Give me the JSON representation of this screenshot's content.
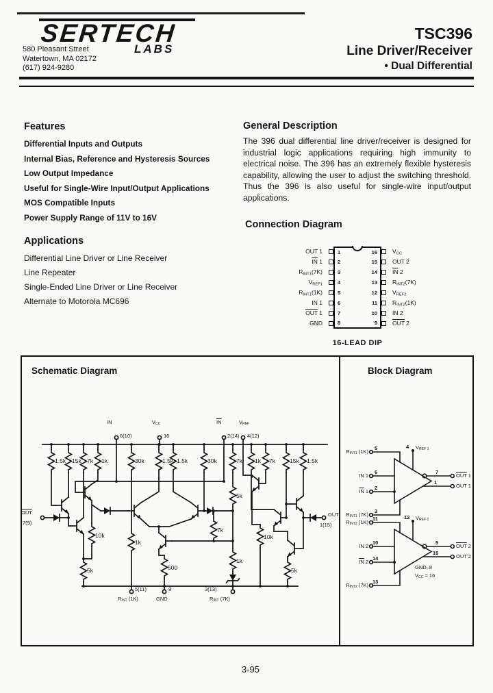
{
  "header": {
    "logo_main": "SERTECH",
    "logo_sub": "LABS",
    "address_lines": [
      "580 Pleasant Street",
      "Watertown, MA  02172",
      "(617) 924-9280"
    ],
    "part_number": "TSC396",
    "product_title": "Line Driver/Receiver",
    "product_subtitle": "• Dual Differential"
  },
  "features": {
    "heading": "Features",
    "items": [
      "Differential Inputs and Outputs",
      "Internal Bias, Reference and Hysteresis Sources",
      "Low Output Impedance",
      "Useful for Single-Wire Input/Output Applications",
      "MOS Compatible Inputs",
      "Power Supply Range of 11V to 16V"
    ]
  },
  "applications": {
    "heading": "Applications",
    "items": [
      "Differential Line Driver or Line Receiver",
      "Line Repeater",
      "Single-Ended Line Driver or Line Receiver",
      "Alternate to Motorola MC696"
    ]
  },
  "general_description": {
    "heading": "General Description",
    "text": "The 396 dual differential line driver/receiver is designed for industrial logic applications requiring high immunity to electrical noise. The 396 has an extremely flexible hysteresis capability, allowing the user to adjust the switching threshold. Thus the 396 is also useful for single-wire input/output applications."
  },
  "connection_diagram": {
    "heading": "Connection Diagram",
    "caption": "16-LEAD DIP",
    "left_pins": [
      {
        "num": "1",
        "label": "OUT 1"
      },
      {
        "num": "2",
        "label": "[o]IN[/o] 1"
      },
      {
        "num": "3",
        "label": "R[s]INT1[/s](7K)"
      },
      {
        "num": "4",
        "label": "V[s]REF1[/s]"
      },
      {
        "num": "5",
        "label": "R[s]INT1[/s](1K)"
      },
      {
        "num": "6",
        "label": "IN 1"
      },
      {
        "num": "7",
        "label": "[o]OUT[/o] 1"
      },
      {
        "num": "8",
        "label": "GND"
      }
    ],
    "right_pins": [
      {
        "num": "16",
        "label": "V[s]CC[/s]"
      },
      {
        "num": "15",
        "label": "OUT 2"
      },
      {
        "num": "14",
        "label": "[o]IN[/o] 2"
      },
      {
        "num": "13",
        "label": "R[s]INT2[/s](7K)"
      },
      {
        "num": "12",
        "label": "V[s]REF2[/s]"
      },
      {
        "num": "11",
        "label": "R[s]INT2[/s](1K)"
      },
      {
        "num": "10",
        "label": "IN 2"
      },
      {
        "num": "9",
        "label": "[o]OUT[/o] 2"
      }
    ]
  },
  "schematic": {
    "title": "Schematic Diagram",
    "top_terminals": [
      {
        "name": "IN",
        "pin": "6(10)"
      },
      {
        "name": "V[s]CC[/s]",
        "pin": "16"
      },
      {
        "name": "[o]IN[/o]",
        "pin": "2(14)"
      },
      {
        "name": "V[s]REF[/s]",
        "pin": "4(12)"
      }
    ],
    "bottom_terminals": [
      {
        "pin": "5(11)",
        "name": "R[s]INT[/s] (1K)"
      },
      {
        "pin": "8",
        "name": "GND"
      },
      {
        "pin": "3(13)",
        "name": "R[s]INT[/s] (7K)"
      }
    ],
    "left_output": {
      "name": "[o]OUT[/o]",
      "pin": "7(9)"
    },
    "right_output": {
      "name": "OUT",
      "pin": "1(15)"
    },
    "top_resistors": [
      "1.5k",
      "15k",
      "7k",
      "1k",
      "30k",
      "1.5k",
      "1.5k",
      "30k",
      "7k",
      "1k",
      "7k",
      "15k",
      "1.5k"
    ],
    "inner_resistors": [
      "10k",
      "5k",
      "1k",
      "500",
      "5k",
      "7k",
      "1k",
      "10k",
      "5k"
    ]
  },
  "block_diagram": {
    "title": "Block Diagram",
    "amp1": {
      "vref": {
        "pin": "4",
        "label": "V[s]REF 1[/s]"
      },
      "inputs": [
        {
          "pin": "5",
          "label": "R[s]INT1[/s] (1K)"
        },
        {
          "pin": "6",
          "label": "IN 1"
        },
        {
          "pin": "2",
          "label": "[o]IN[/o] 1"
        },
        {
          "pin": "3",
          "label": "R[s]INT1[/s] (7K)"
        }
      ],
      "outputs": [
        {
          "pin": "7",
          "label": "[o]OUT[/o] 1"
        },
        {
          "pin": "1",
          "label": "OUT 1"
        }
      ]
    },
    "amp2": {
      "vref": {
        "pin": "12",
        "label": "V[s]REF 2[/s]"
      },
      "inputs": [
        {
          "pin": "11",
          "label": "R[s]INT2[/s] (1K)"
        },
        {
          "pin": "10",
          "label": "IN 2"
        },
        {
          "pin": "14",
          "label": "[o]IN[/o] 2"
        },
        {
          "pin": "13",
          "label": "R[s]INT2[/s] (7K)"
        }
      ],
      "outputs": [
        {
          "pin": "9",
          "label": "[o]OUT[/o] 2"
        },
        {
          "pin": "15",
          "label": "OUT 2"
        }
      ]
    },
    "notes": [
      "GND–8",
      "V[s]CC[/s] = 16"
    ]
  },
  "page_number": "3-95"
}
